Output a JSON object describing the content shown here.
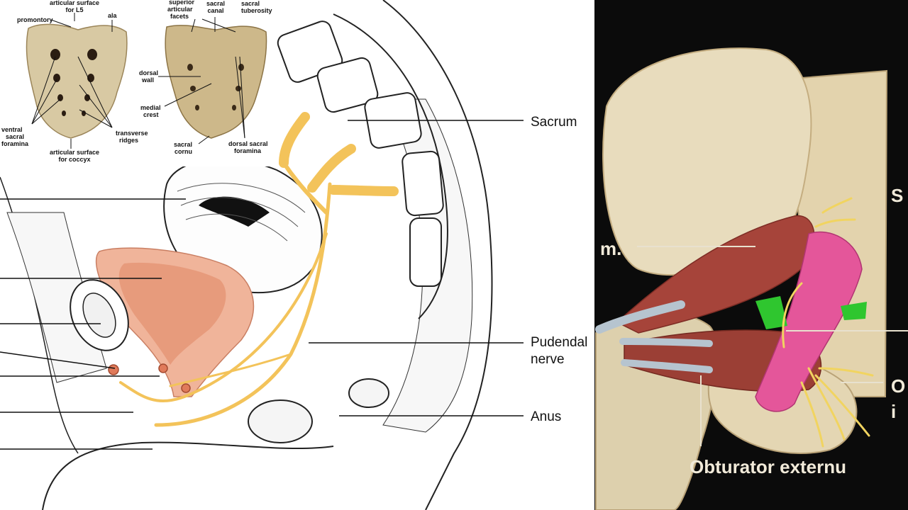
{
  "colors": {
    "left_bg": "#ffffff",
    "right_bg": "#0b0b0b",
    "bone": "#d8c9a3",
    "bone_shadow": "#b89f6c",
    "uterus": "#f0b49a",
    "nerve": "#f3c35a",
    "muscle": "#a6443a",
    "ligament": "#e4569a",
    "lig_green": "#2fc62f"
  },
  "left_labels": {
    "sacrum": "Sacrum",
    "pudendal_1": "Pudendal",
    "pudendal_2": "nerve",
    "anus": "Anus"
  },
  "sacrum_inset": {
    "front": {
      "for_l5_top": "articular surface",
      "for_l5": "for L5",
      "promontory": "promontory",
      "ala": "ala",
      "ventral_1": "ventral",
      "ventral_2": "sacral",
      "ventral_3": "foramina",
      "transverse_1": "transverse",
      "transverse_2": "ridges",
      "coccyx_1": "articular surface",
      "coccyx_2": "for coccyx"
    },
    "back": {
      "sup_1": "superior",
      "sup_2": "articular",
      "sup_3": "facets",
      "canal_1": "sacral",
      "canal_2": "canal",
      "tub_1": "sacral",
      "tub_2": "tuberosity",
      "dorsal_wall_1": "dorsal",
      "dorsal_wall_2": "wall",
      "medial_1": "medial",
      "medial_2": "crest",
      "cornu_1": "sacral",
      "cornu_2": "cornu",
      "dsf_1": "dorsal sacral",
      "dsf_2": "foramina"
    }
  },
  "right_labels": {
    "m": "m.",
    "s_col": "S",
    "o": "O",
    "i": "i",
    "obturator": "Obturator externu"
  }
}
